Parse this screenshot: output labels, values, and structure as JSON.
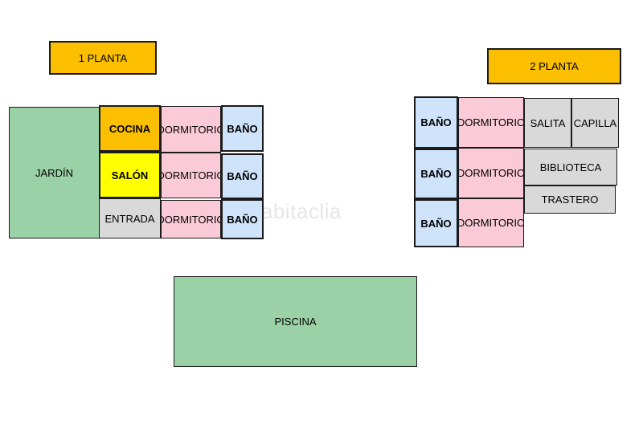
{
  "colors": {
    "orange": "#fbbf00",
    "yellow": "#ffff00",
    "green": "#9bd1a6",
    "pink": "#fbcad9",
    "blue": "#cfe4fb",
    "gray": "#d9d9d9"
  },
  "floor1": {
    "title": "1 PLANTA",
    "jardin": "JARDÍN",
    "cocina": "COCINA",
    "salon": "SALÓN",
    "entrada": "ENTRADA",
    "dormitorio_1": "DORMITORIO",
    "dormitorio_2": "DORMITORIO",
    "dormitorio_3": "DORMITORIO",
    "bano_1": "BAÑO",
    "bano_2": "BAÑO",
    "bano_3": "BAÑO"
  },
  "floor2": {
    "title": "2 PLANTA",
    "bano_1": "BAÑO",
    "bano_2": "BAÑO",
    "bano_3": "BAÑO",
    "dormitorio_1": "DORMITORIO",
    "dormitorio_2": "DORMITORIO",
    "dormitorio_3": "DORMITORIO",
    "salita": "SALITA",
    "capilla": "CAPILLA",
    "biblioteca": "BIBLIOTECA",
    "trastero": "TRASTERO"
  },
  "piscina": "PISCINA",
  "watermark": "habitaclia"
}
